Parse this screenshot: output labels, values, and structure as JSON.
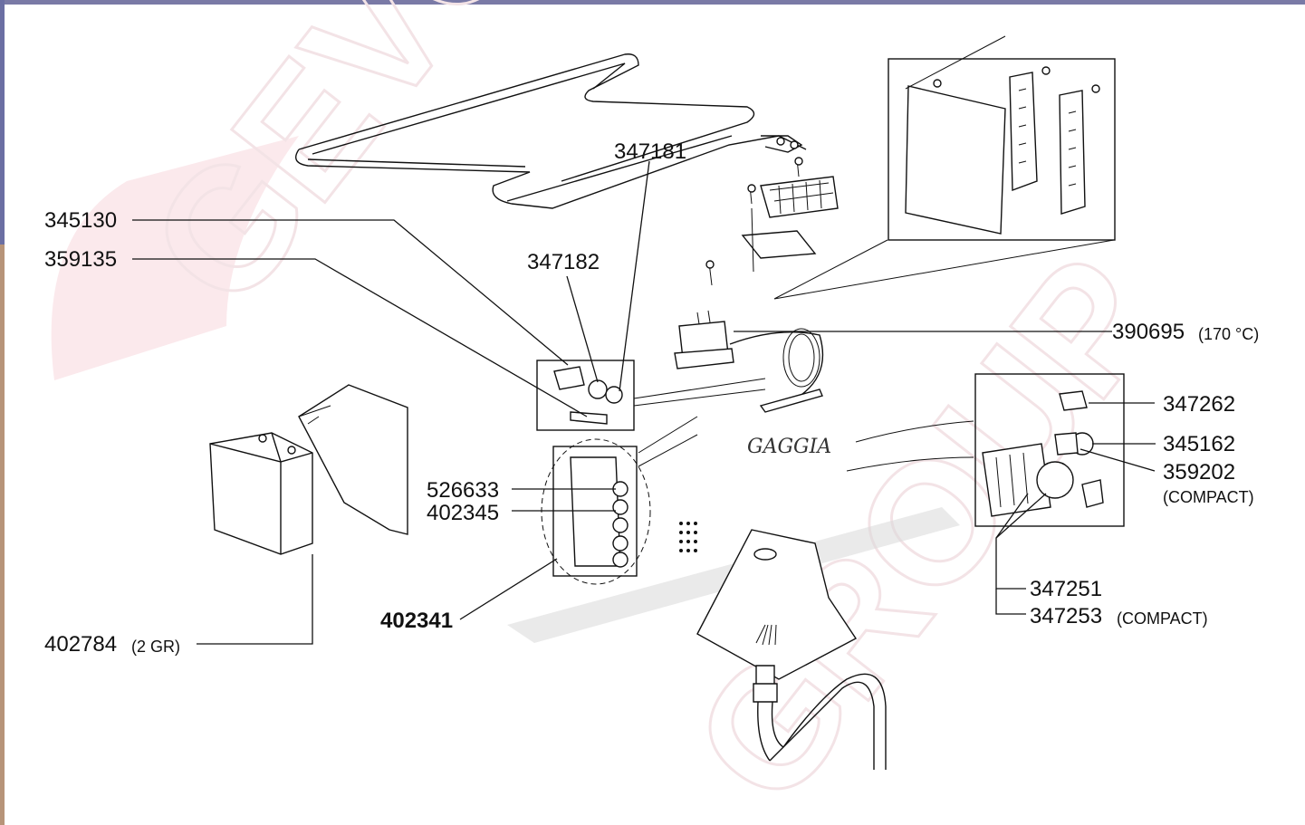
{
  "watermark": {
    "text_1": "GEVCRO",
    "text_2": "GROUP"
  },
  "nameplate": "GAGGIA",
  "labels": {
    "l345130": "345130",
    "l359135": "359135",
    "l347181": "347181",
    "l347182": "347182",
    "l390695": "390695",
    "l390695_note": "(170 °C)",
    "l347262": "347262",
    "l345162": "345162",
    "l359202": "359202",
    "l359202_note": "(COMPACT)",
    "l526633": "526633",
    "l402345": "402345",
    "l402341": "402341",
    "l347251": "347251",
    "l347253": "347253",
    "l347253_note": "(COMPACT)",
    "l402784": "402784",
    "l402784_note": "(2 GR)"
  },
  "colors": {
    "frame_top": "#7a7aa6",
    "frame_left_top": "#6b6fa3",
    "frame_left_bottom": "#b79479",
    "watermark": "#f3e3e6"
  }
}
